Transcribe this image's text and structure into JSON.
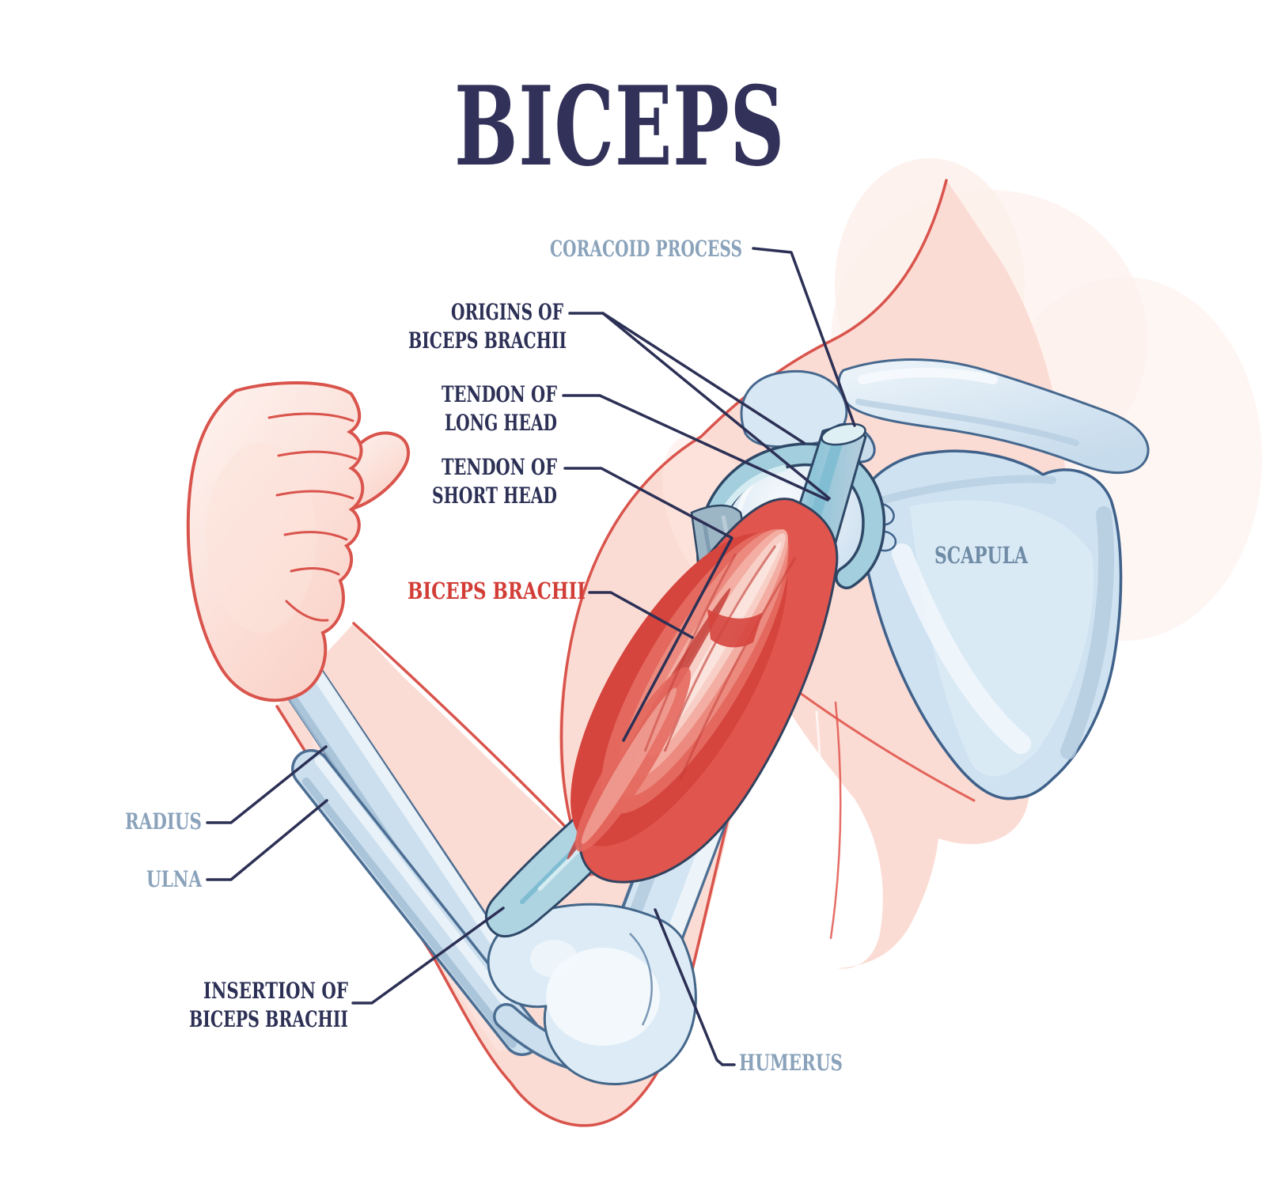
{
  "title": {
    "text": "BICEPS"
  },
  "labels": {
    "coracoid_process": "CORACOID PROCESS",
    "origins_line1": "ORIGINS OF",
    "origins_line2": "BICEPS BRACHII",
    "tendon_long_line1": "TENDON OF",
    "tendon_long_line2": "LONG HEAD",
    "tendon_short_line1": "TENDON OF",
    "tendon_short_line2": "SHORT HEAD",
    "biceps_brachii": "BICEPS BRACHII",
    "radius": "RADIUS",
    "ulna": "ULNA",
    "insertion_line1": "INSERTION OF",
    "insertion_line2": "BICEPS BRACHII",
    "humerus": "HUMERUS",
    "scapula": "SCAPULA"
  },
  "colors": {
    "title_navy": "#323159",
    "label_navy": "#2c3055",
    "label_blue_gray": "#8aa3bb",
    "label_scapula": "#6f8ba5",
    "label_red": "#d23e37",
    "leader_line": "#2c3055",
    "muscle_red": "#d5443d",
    "bone_blue": "#cfe2f1",
    "bone_outline": "#46688e",
    "skin_pink": "#fbdcd4",
    "skin_outline": "#d9544c",
    "tendon_blue": "#aed4e2"
  }
}
